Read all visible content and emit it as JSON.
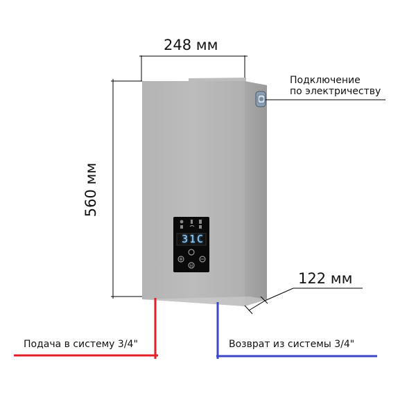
{
  "dimensions": {
    "width_label": "248 мм",
    "height_label": "560 мм",
    "depth_label": "122 мм"
  },
  "annotations": {
    "power_connection_line1": "Подключение",
    "power_connection_line2": "по электричеству",
    "supply_label": "Подача в систему 3/4\"",
    "return_label": "Возврат из системы 3/4\""
  },
  "control_panel": {
    "display_value": "31C",
    "buttons": [
      "power",
      "plus",
      "minus",
      "mode"
    ]
  },
  "colors": {
    "supply_line": "#e31e24",
    "return_line": "#3c46c8",
    "body_front": "#b8b8b8",
    "body_side": "#a4a4a4",
    "display_digits": "#9fd4ff",
    "panel_bg": "#0a0a0a"
  }
}
